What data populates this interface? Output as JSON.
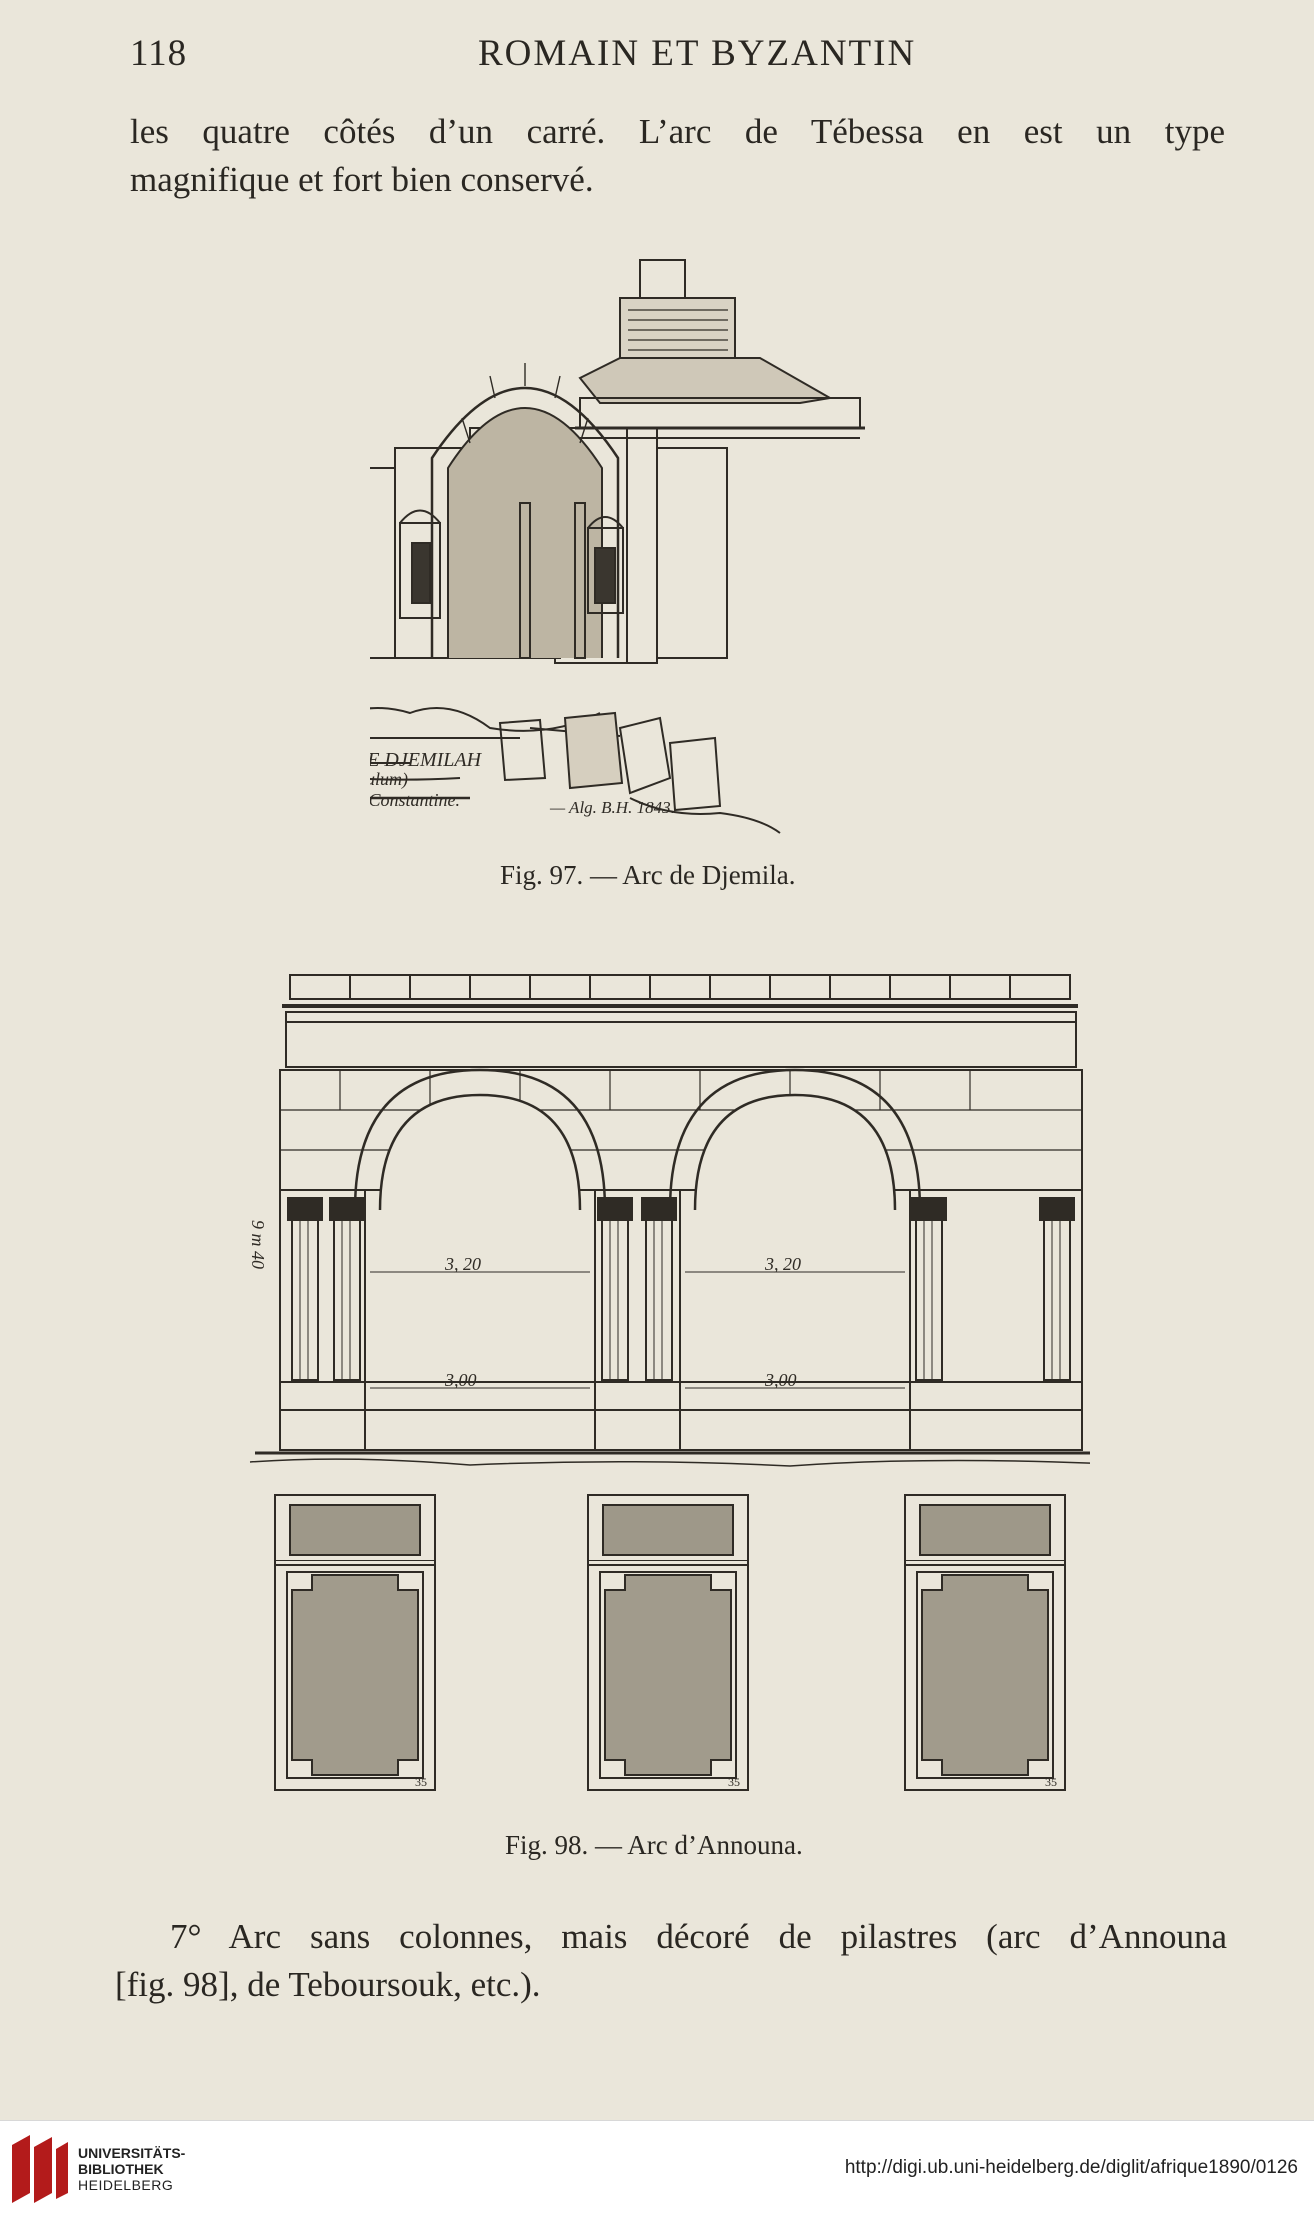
{
  "header": {
    "page_number": "118",
    "running_title": "ROMAIN ET BYZANTIN"
  },
  "intro_paragraph": {
    "lines": [
      "les quatre côtés d’un carré. L’arc de Tébessa en est un type",
      "magnifique et fort bien conservé."
    ]
  },
  "figure_97": {
    "caption": "Fig. 97. — Arc de Djemila.",
    "inscription_lines": [
      "ARC DE DJEMILAH",
      "(cuiculum)",
      "Prov. de Constantine."
    ],
    "signature": "— Alg. B.H. 1843."
  },
  "figure_98": {
    "caption": "Fig. 98. — Arc d’Announa.",
    "height_label": "9 m 40",
    "arch_width_labels": [
      "3, 20",
      "3, 20"
    ],
    "base_width_labels": [
      "3,00",
      "3,00"
    ],
    "plan_scale_marks": [
      "35",
      "35",
      "35"
    ]
  },
  "closing_paragraph": {
    "lines": [
      "7° Arc sans colonnes, mais décoré de pilastres (arc d’Announa",
      "[fig. 98], de Teboursouk, etc.)."
    ]
  },
  "footer": {
    "library_lines": [
      "UNIVERSITÄTS-",
      "BIBLIOTHEK",
      "HEIDELBERG"
    ],
    "url": "http://digi.ub.uni-heidelberg.de/diglit/afrique1890/0126"
  },
  "colors": {
    "paper": "#eae6da",
    "ink": "#2a2722",
    "logo_red": "#b31b1b"
  }
}
